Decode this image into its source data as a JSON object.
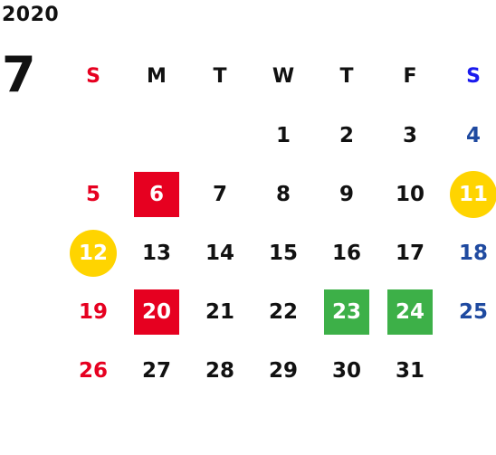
{
  "header": {
    "year": "2020",
    "month": "7"
  },
  "weekdays": [
    "S",
    "M",
    "T",
    "W",
    "T",
    "F",
    "S"
  ],
  "colors": {
    "sunday": "#e60020",
    "saturday": "#1f4aa0",
    "weekday": "#111111",
    "holiday_box": "#e60020",
    "special_box": "#3db048",
    "highlight_circle": "#ffd400",
    "sunday_header": "#e60020",
    "saturday_header": "#1a1aee"
  },
  "weeks": [
    [
      "",
      "",
      "",
      "1",
      "2",
      "3",
      "4"
    ],
    [
      "5",
      "6",
      "7",
      "8",
      "9",
      "10",
      "11"
    ],
    [
      "12",
      "13",
      "14",
      "15",
      "16",
      "17",
      "18"
    ],
    [
      "19",
      "20",
      "21",
      "22",
      "23",
      "24",
      "25"
    ],
    [
      "26",
      "27",
      "28",
      "29",
      "30",
      "31",
      ""
    ]
  ],
  "marks": {
    "6": "red-box",
    "20": "red-box",
    "23": "green-box",
    "24": "green-box",
    "11": "yellow-circle",
    "12": "yellow-circle"
  }
}
